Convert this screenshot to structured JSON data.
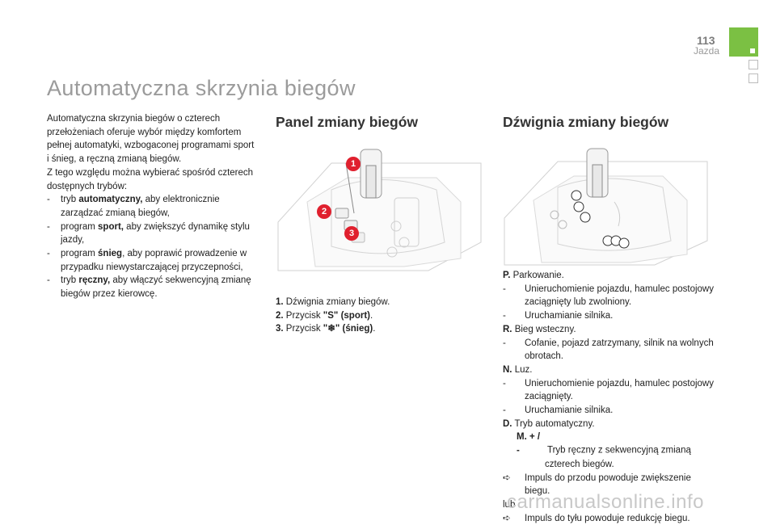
{
  "header": {
    "page_number": "113",
    "section": "Jazda"
  },
  "title": "Automatyczna skrzynia biegów",
  "intro": {
    "p1": "Automatyczna skrzynia biegów o czterech przełożeniach oferuje wybór między komfortem pełnej automatyki, wzbogaconej programami sport i śnieg, a ręczną zmianą biegów.",
    "p2": "Z tego względu można wybierać spośród czterech dostępnych trybów:",
    "items": [
      {
        "prefix": "tryb ",
        "bold": "automatyczny,",
        "rest": " aby elektronicznie zarządzać zmianą biegów,"
      },
      {
        "prefix": "program ",
        "bold": "sport,",
        "rest": " aby zwiększyć dynamikę stylu jazdy,"
      },
      {
        "prefix": "program ",
        "bold": "śnieg",
        "rest": ", aby poprawić prowadzenie w przypadku niewystarczającej przyczepności,"
      },
      {
        "prefix": "tryb ",
        "bold": "ręczny,",
        "rest": " aby włączyć sekwencyjną zmianę biegów przez kierowcę."
      }
    ]
  },
  "panel": {
    "heading": "Panel zmiany biegów",
    "callouts": [
      "1",
      "2",
      "3"
    ],
    "legend": [
      {
        "num": "1.",
        "text": "Dźwignia zmiany biegów."
      },
      {
        "num": "2.",
        "text": "Przycisk ",
        "bold": "\"S\" (sport)",
        "end": "."
      },
      {
        "num": "3.",
        "text": "Przycisk ",
        "bold": "\"❄\" (śnieg)",
        "end": "."
      }
    ]
  },
  "lever": {
    "heading": "Dźwignia zmiany biegów",
    "entries": {
      "p_code": "P.",
      "p_text": " Parkowanie.",
      "p_item1": "Unieruchomienie pojazdu, hamulec postojowy zaciągnięty lub zwolniony.",
      "p_item2": "Uruchamianie silnika.",
      "r_code": "R.",
      "r_text": " Bieg wsteczny.",
      "r_item1": "Cofanie, pojazd zatrzymany, silnik na wolnych obrotach.",
      "n_code": "N.",
      "n_text": " Luz.",
      "n_item1": "Unieruchomienie pojazdu, hamulec postojowy zaciągnięty.",
      "n_item2": "Uruchamianie silnika.",
      "d_code": "D.",
      "d_text": " Tryb automatyczny.",
      "m_code": "M. + / -",
      "m_text": " Tryb ręczny z sekwencyjną zmianą czterech biegów.",
      "impulse_front": "Impuls do przodu powoduje zwiększenie biegu.",
      "or_word": "lub",
      "impulse_back": "Impuls do tyłu powoduje redukcję biegu."
    },
    "dash": "-",
    "arrow_glyph": "➪"
  },
  "watermark": "carmanualsonline.info",
  "colors": {
    "accent_green": "#7bc043",
    "callout_red": "#e0202e",
    "title_grey": "#9b9b9b"
  }
}
